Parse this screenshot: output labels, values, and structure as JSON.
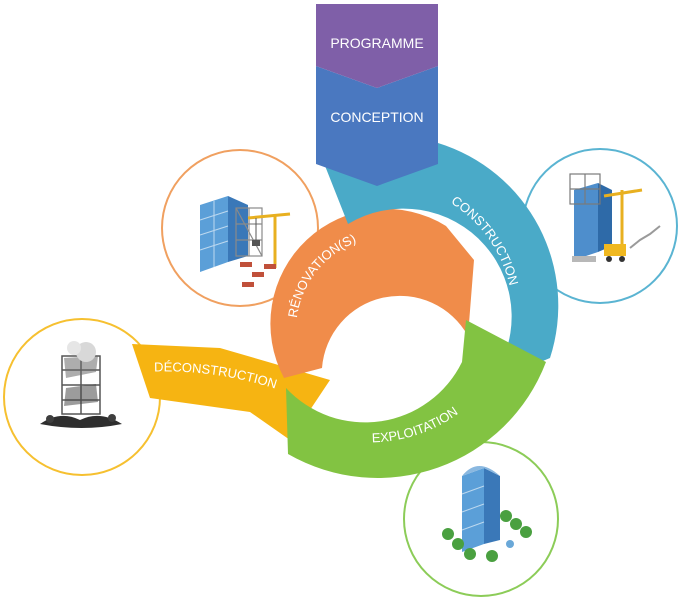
{
  "stages": {
    "programme": {
      "label": "PROGRAMME",
      "color": "#7f5fa8"
    },
    "conception": {
      "label": "CONCEPTION",
      "color": "#4a78c0"
    },
    "construction": {
      "label": "CONSTRUCTION",
      "color": "#4aaac8"
    },
    "exploitation": {
      "label": "EXPLOITATION",
      "color": "#82c342"
    },
    "renovation": {
      "label": "RÉNOVATION(S)",
      "color": "#f08c4a"
    },
    "deconstruction": {
      "label": "DÉCONSTRUCTION",
      "color": "#f6b412"
    }
  },
  "icons": {
    "renovation": "building-renovation-crane-icon",
    "construction": "building-construction-crane-icon",
    "deconstruction": "building-demolition-icon",
    "exploitation": "building-with-trees-icon"
  }
}
